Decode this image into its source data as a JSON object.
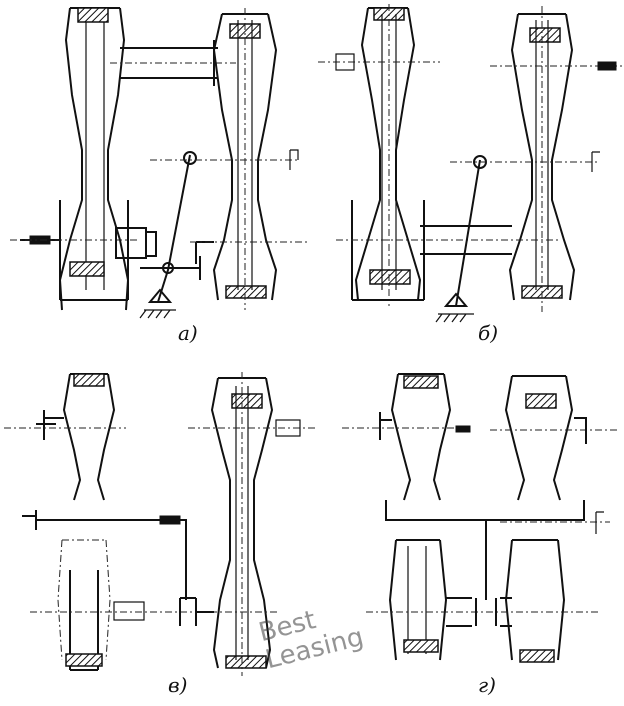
{
  "panels": [
    {
      "id": "a",
      "label": "а)"
    },
    {
      "id": "b",
      "label": "б)"
    },
    {
      "id": "v",
      "label": "в)"
    },
    {
      "id": "g",
      "label": "г)"
    }
  ],
  "watermark": {
    "line1": "Best",
    "line2": "Leasing"
  }
}
